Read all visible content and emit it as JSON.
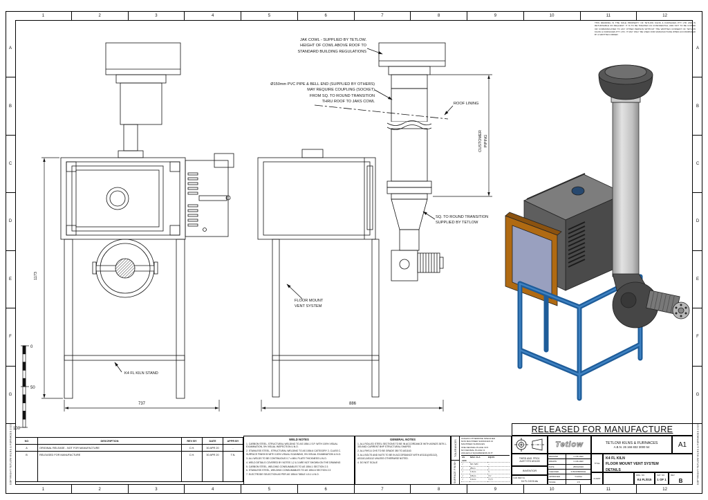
{
  "frame": {
    "columns": [
      "1",
      "2",
      "3",
      "4",
      "5",
      "6",
      "7",
      "8",
      "9",
      "10",
      "11",
      "12"
    ],
    "rows": [
      "A",
      "B",
      "C",
      "D",
      "E",
      "F",
      "G"
    ],
    "copyright": "COPYRIGHT TETLOW KILNS & FURNACES 2020",
    "disclaimer": "THIS DRAWING IS THE SOLE PROPERTY OF TETLOW KILNS & FURNACES PTY LTD AND IS RETURNABLE ON REQUEST. IT IS TO BE TREATED AS CONFIDENTIAL AND NOT TO BE COPIED OR COMMUNICATED TO ANY OTHER PERSON WITHOUT THE WRITTEN CONSENT OF TETLOW KILNS & FURNACES PTY LTD. IT MAY ONLY BE USED FOR MANUFACTURE WHEN ACCOMPANIED BY A WRITTEN ORDER."
  },
  "annotations": {
    "jak_cowl": "JAK COWL - SUPPLIED BY TETLOW.\nHEIGHT OF COWL ABOVE ROOF TO\nSTANDARD BUILDING REGULATIONS",
    "pvc_pipe": "Ø150mm PVC PIPE & BELL END (SUPPLIED BY OTHERS)\nMAY REQUIRE COUPLING (SOCKET)\nFROM SQ. TO ROUND TRANSITION\nTHRU ROOF TO JAKS COWL",
    "roof_lining": "ROOF LINING",
    "customer_piping": "CUSTOMER\nPIPING",
    "sq_transition": "SQ. TO ROUND TRANSITION\nSUPPLIED BY TETLOW",
    "floor_mount": "FLOOR MOUNT\nVENT SYSTEM",
    "kiln_stand": "K4 FL KILN STAND"
  },
  "dimensions": {
    "front_height": "1173",
    "front_width": "737",
    "side_width": "886",
    "scale_marks": [
      "0",
      "50",
      "100"
    ]
  },
  "revision_table": {
    "headers": [
      "NO",
      "DESCRIPTION",
      "REV BY",
      "DATE",
      "APPR BY"
    ],
    "rows": [
      {
        "no": "A",
        "description": "ORIGINAL RELEASE - NOT FOR MANUFACTURE",
        "rev_by": "C.H.",
        "date": "30 APR 20",
        "appr_by": "-"
      },
      {
        "no": "B",
        "description": "RELEASED FOR MANUFACTURE",
        "rev_by": "C.H.",
        "date": "30 APR 20",
        "appr_by": "T.N."
      }
    ]
  },
  "weld_notes": {
    "title": "WELD NOTES",
    "items": [
      "1. CARBON STEEL, STRUCTURAL WELDING TO AS 1554.1 S.P. WITH 100% VISUAL EXAMINATION, 5% VISUAL INSPECTION U.N.O.",
      "2. STAINLESS STEEL, STRUCTURAL WELDING TO AS 1554.6 CATEGORY 2, CLASS C. SURFACE FINISH B WITH 100% VISUAL SCANNING, 5% VISUAL EXAMINATION U.N.O.",
      "3. ALL WELDS TO BE CONTINUOUS 0.7 x MIN. PLATE THICKNESS U.N.O.",
      "4. WELD DETAILS COVERED BY NOTES 1,2 & 3 ARE NOT SHOWN ON THE DRAWING",
      "5. CARBON STEEL, WELDING CONSUMABLES TO AS 1554.1 SECTION 2.3",
      "6. STAINLESS STEEL, WELDING CONSUMABLES TO AS 1554.6 SECTION 2.3",
      "7. ELECTRODE SELECTION AS PER AS 1554.6 TABLE 4.5.1 U.N.O."
    ]
  },
  "general_notes": {
    "title": "GENERAL NOTES",
    "items": [
      "1. ALL ROLLED STEEL SECTIONS TO BE IN ACCORDANCE WITH AS/NZS 3679.1-300 AND CURRENT BHP STRUCTURAL SHAPES",
      "2. ALL RHS & CHS TO BE GRADE 350 TO AS1163",
      "3. ALL BOLTS AND NUTS TO BE IN ACCORDANCE WITH AS1111(AS1112), AS1110,AS1112 UNLESS OTHERWISE NOTED.",
      "4. DO NOT SCALE"
    ]
  },
  "tolerances": {
    "side_label_top": "TOLERANCES",
    "side_label_bottom": "SURFACE FINISH",
    "lines": [
      "UNLESS OTHERWISE SPECIFIED",
      "NON MACHINED SURFACES  ±2",
      "MACHINED SURFACES",
      "ONE DECIMAL PLACE  ±0.5",
      "NO DECIMAL PLACE  ±1",
      "ANGLES & SQUARENESS  ±0.5°"
    ],
    "surface_headers": [
      "AS 1100",
      "MAX. CLA",
      "EQUIV"
    ],
    "surface_rows": [
      {
        "symbol": "✓",
        "max_cla": "NO. M/C",
        "equiv": "~"
      },
      {
        "symbol": "✓",
        "max_cla": "25um",
        "equiv": "≈"
      },
      {
        "symbol": "✓",
        "max_cla": "1.6um",
        "equiv": "▽"
      },
      {
        "symbol": "✓",
        "max_cla": "0.8um",
        "equiv": "▽▽"
      },
      {
        "symbol": "✓",
        "max_cla": "0.4um",
        "equiv": "▽▽▽"
      }
    ]
  },
  "title_block": {
    "released": "RELEASED FOR MANUFACTURE",
    "logo": "Tetlow",
    "company": "TETLOW KILNS & FURNACES",
    "abn": "A.B.N. 26 166 832 3000 54",
    "sheet_size": "A1",
    "projection": "THIRD ANG. PROJ.\nAUST STD AS1100",
    "cad_system": "INVENTOR",
    "cad_ref_label": "CAD REF No",
    "cad_ref": "K4 FL 015 B.idw",
    "fields": [
      {
        "label": "DESIGND",
        "value": "C.HILLIER"
      },
      {
        "label": "DRAWN",
        "value": "C.HILLIER"
      },
      {
        "label": "DATE",
        "value": "28/04/2020"
      },
      {
        "label": "CHECKED",
        "value": "D.BOWBRIDGE"
      },
      {
        "label": "APPROVED",
        "value": "T.NASH"
      },
      {
        "label": "SCALE",
        "value": "1:6"
      }
    ],
    "title_label": "TITLE",
    "title_lines": [
      "K4 FL KILN",
      "FLOOR MOUNT VENT SYSTEM",
      "DETAILS"
    ],
    "client_label": "CLIENT",
    "client_value": "",
    "drg_no_label": "DRG. NO.",
    "drg_no": "K4 FL/015",
    "sht_label": "SHT. NO.",
    "sht_no": "1 OF 1",
    "rev_label": "REV",
    "rev": "B"
  }
}
